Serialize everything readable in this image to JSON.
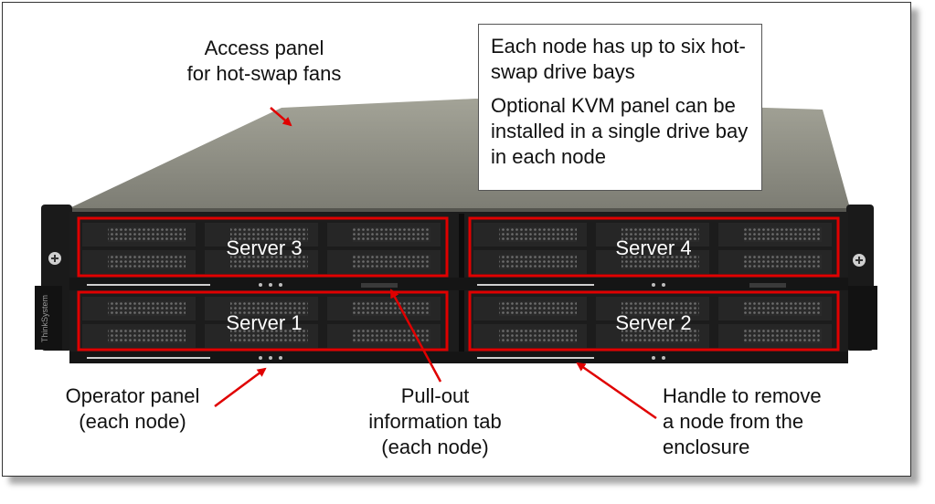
{
  "callouts": {
    "access_panel": "Access panel\nfor hot-swap fans",
    "operator_panel": "Operator panel\n(each node)",
    "pullout_tab": "Pull-out\ninformation tab\n(each node)",
    "handle": "Handle to remove\na node from the\nenclosure"
  },
  "note": {
    "line1": "Each node has up to six hot-swap drive bays",
    "line2": "Optional KVM panel can be installed in a single drive bay in each node"
  },
  "servers": {
    "s1": "Server 1",
    "s2": "Server 2",
    "s3": "Server 3",
    "s4": "Server 4"
  },
  "brand": "ThinkSystem",
  "colors": {
    "highlight": "#e00000",
    "chassis": "#1c1c1c",
    "lid": "#8a8a80"
  }
}
